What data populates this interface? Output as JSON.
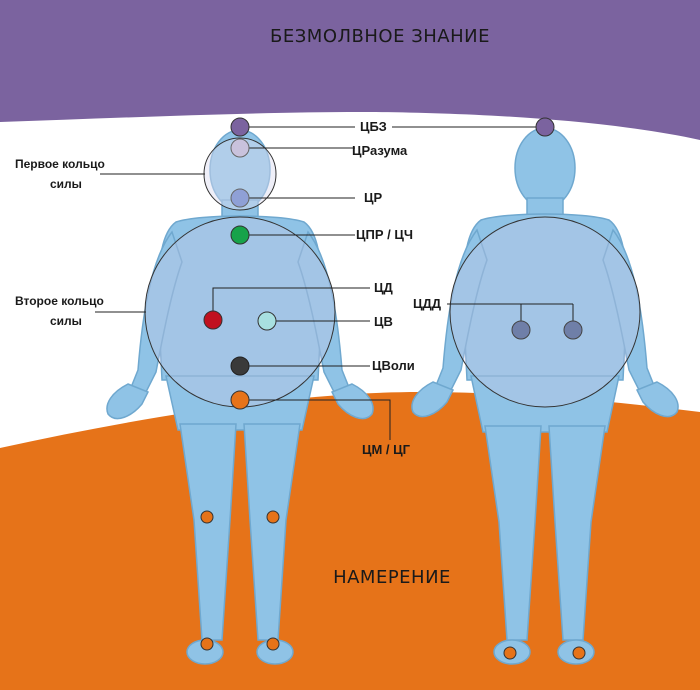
{
  "top_band": {
    "label": "БЕЗМОЛВНОЕ ЗНАНИЕ",
    "color": "#7b639f"
  },
  "bottom_band": {
    "label": "НАМЕРЕНИЕ",
    "color": "#e67319"
  },
  "rings": {
    "first": {
      "line1": "Первое кольцо",
      "line2": "силы"
    },
    "second": {
      "line1": "Второе кольцо",
      "line2": "силы"
    }
  },
  "centers": {
    "cbz": "ЦБЗ",
    "crazuma": "ЦРазума",
    "cr": "ЦР",
    "cpr": "ЦПР / ЦЧ",
    "cd": "ЦД",
    "cv": "ЦВ",
    "cvoli": "ЦВоли",
    "cm": "ЦМ / ЦГ",
    "cdd": "ЦДД"
  },
  "colors": {
    "body": "#8fc3e6",
    "body_stroke": "#6fa8cf",
    "cbz_dot": "#7b639f",
    "crazuma_dot": "#c9c2dc",
    "cr_dot": "#8fa0d6",
    "cpr_dot": "#17a34a",
    "cd_dot": "#c0111f",
    "cv_dot": "#a8e0e0",
    "cvoli_dot": "#3a3a3a",
    "cm_dot": "#e67319",
    "cdd_dot": "#6f7fa8",
    "joint_dot": "#e67319"
  }
}
